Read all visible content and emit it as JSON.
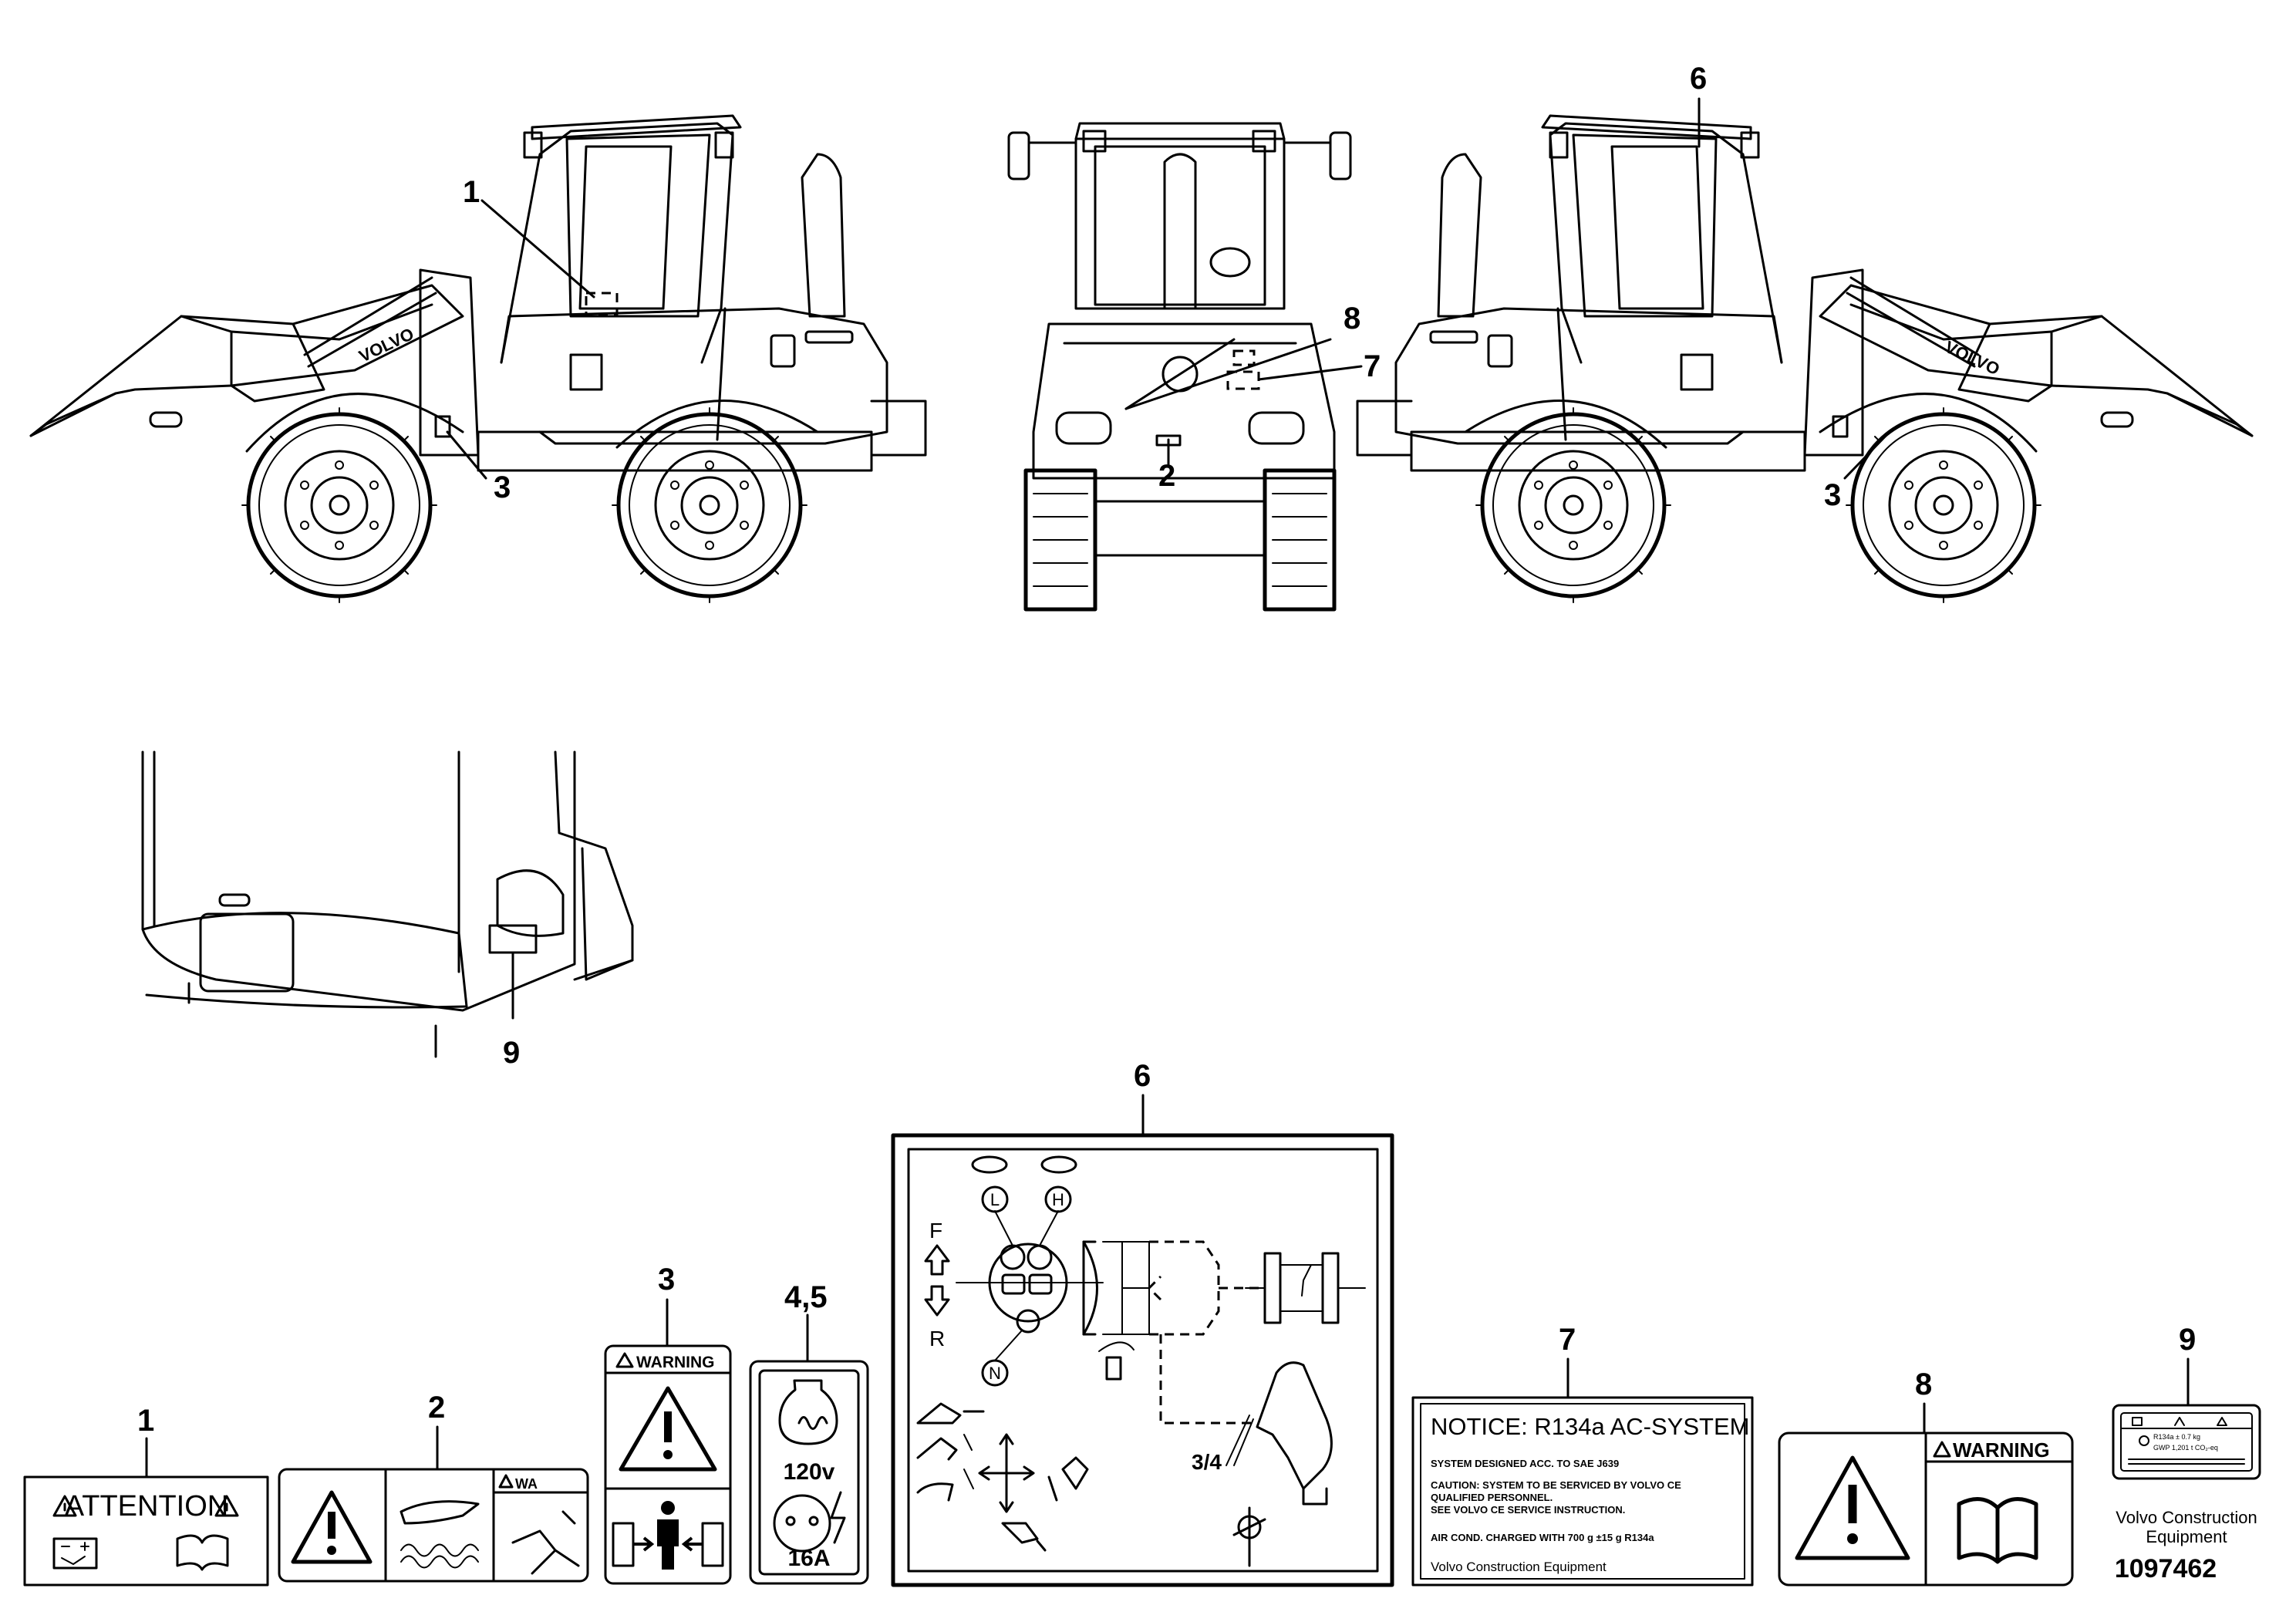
{
  "brand": {
    "boom_logo": "VOLVO"
  },
  "callouts": {
    "n1": "1",
    "n2": "2",
    "n3a": "3",
    "n3b": "3",
    "n6top": "6",
    "n7top": "7",
    "n8top": "8",
    "n9top": "9",
    "n1bot": "1",
    "n2bot": "2",
    "n3bot": "3",
    "n45bot": "4,5",
    "n6bot": "6",
    "n7bot": "7",
    "n8bot": "8",
    "n9bot": "9"
  },
  "decal1": {
    "title": "ATTENTION"
  },
  "decal2": {
    "small_header": "WA"
  },
  "decal3": {
    "header": "WARNING"
  },
  "decal45": {
    "voltage": "120v",
    "amperage": "16A"
  },
  "decal6": {
    "forward": "F",
    "reverse": "R",
    "low": "L",
    "high": "H",
    "neutral": "N",
    "lever_ref": "3/4"
  },
  "decal7": {
    "title": "NOTICE: R134a AC-SYSTEM",
    "line1": "SYSTEM DESIGNED ACC. TO SAE J639",
    "line2": "CAUTION: SYSTEM TO BE SERVICED BY VOLVO CE",
    "line3": "QUALIFIED PERSONNEL.",
    "line4": "SEE VOLVO CE SERVICE INSTRUCTION.",
    "line5": "AIR COND. CHARGED WITH 700 g ±15 g  R134a",
    "footer": "Volvo Construction Equipment"
  },
  "decal8": {
    "header": "WARNING"
  },
  "decal9": {
    "line1": "R134a ± 0.7 kg",
    "line2": "GWP 1,201 t CO₂-eq"
  },
  "footer": {
    "company_line1": "Volvo Construction",
    "company_line2": "Equipment",
    "part_number": "1097462"
  }
}
